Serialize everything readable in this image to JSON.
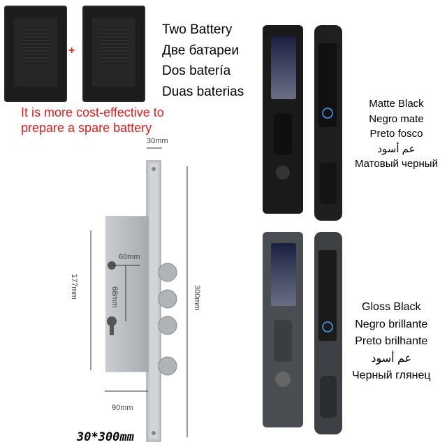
{
  "battery": {
    "plus_symbol": "+"
  },
  "battery_languages": [
    "Two Battery",
    "Две батареи",
    "Dos batería",
    "Duas baterias"
  ],
  "note": {
    "line1": "It is more cost-effective to",
    "line2": "prepare a spare battery"
  },
  "mortise": {
    "top_width": "30mm",
    "inner_width": "60mm",
    "inner_height": "68mm",
    "left_height": "177mm",
    "total_height": "300mm",
    "bottom_width": "90mm",
    "size_label": "30*300mm"
  },
  "finishes": {
    "matte": [
      "Matte Black",
      "Negro mate",
      "Preto fosco",
      "عم أسود",
      "Матовый черный"
    ],
    "gloss": [
      "Gloss Black",
      "Negro brillante",
      "Preto brilhante",
      "عم أسود",
      "Черный глянец"
    ]
  },
  "colors": {
    "accent_red": "#e01c1c",
    "lock_black": "#1a1a1a",
    "steel": "#b8bcc0"
  }
}
